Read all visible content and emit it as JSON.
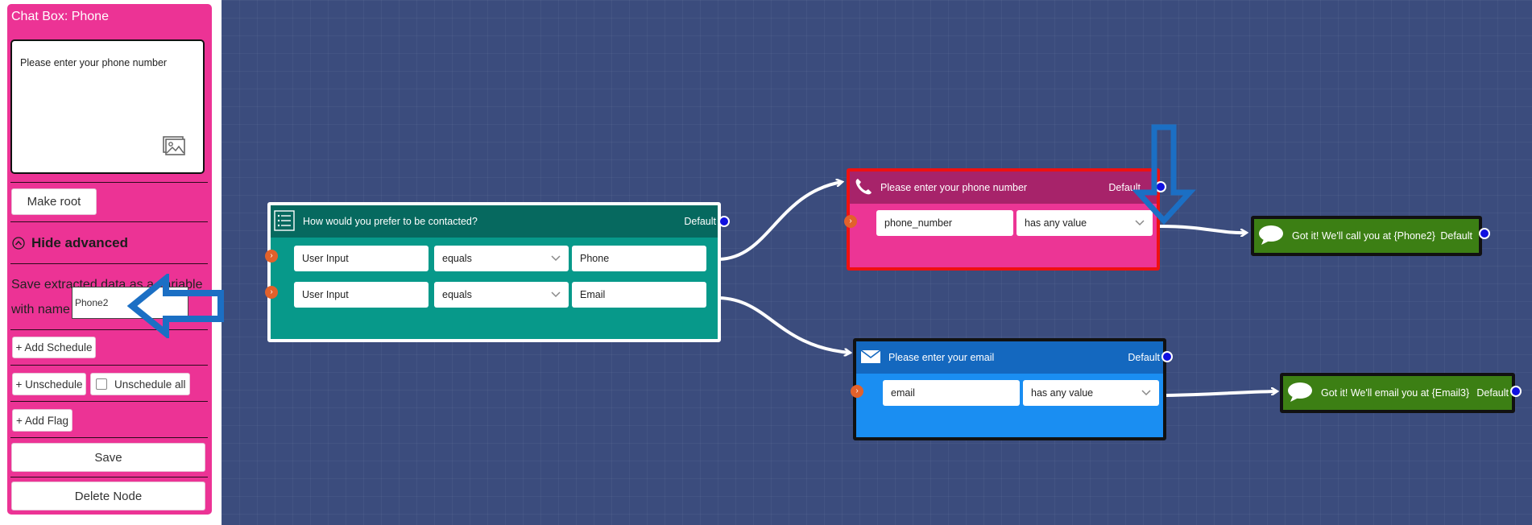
{
  "sidebar": {
    "title": "Chat Box: Phone",
    "message": "Please enter your phone number",
    "make_root": "Make root",
    "hide_advanced": "Hide advanced",
    "save_var_text": "Save extracted data as a variable with name",
    "var_value": "Phone2",
    "add_schedule": "+ Add Schedule",
    "unschedule": "+ Unschedule",
    "unschedule_all": "Unschedule all",
    "add_flag": "+ Add Flag",
    "save": "Save",
    "delete_node": "Delete Node"
  },
  "nodes": {
    "question": {
      "title": "How would you prefer to be contacted?",
      "default": "Default",
      "rows": [
        {
          "source": "User Input",
          "operator": "equals",
          "value": "Phone"
        },
        {
          "source": "User Input",
          "operator": "equals",
          "value": "Email"
        }
      ]
    },
    "phone": {
      "title": "Please enter your phone number",
      "default": "Default",
      "variable": "phone_number",
      "condition": "has any value"
    },
    "email": {
      "title": "Please enter your email",
      "default": "Default",
      "variable": "email",
      "condition": "has any value"
    },
    "reply_phone": {
      "text": "Got it! We'll call you at {Phone2}",
      "default": "Default"
    },
    "reply_email": {
      "text": "Got it! We'll email you at {Email3}",
      "default": "Default"
    }
  },
  "colors": {
    "sidebar": "#ec3395",
    "canvas": "#3b4c7d",
    "teal": "#07998a",
    "teal_header": "#06695f",
    "magenta": "#ec3595",
    "magenta_header": "#a7236a",
    "blue": "#1a8ef2",
    "blue_header": "#1468bf",
    "green": "#3c7f14",
    "selected_border": "#ee1111",
    "arrow_highlight": "#1b6fc4"
  }
}
